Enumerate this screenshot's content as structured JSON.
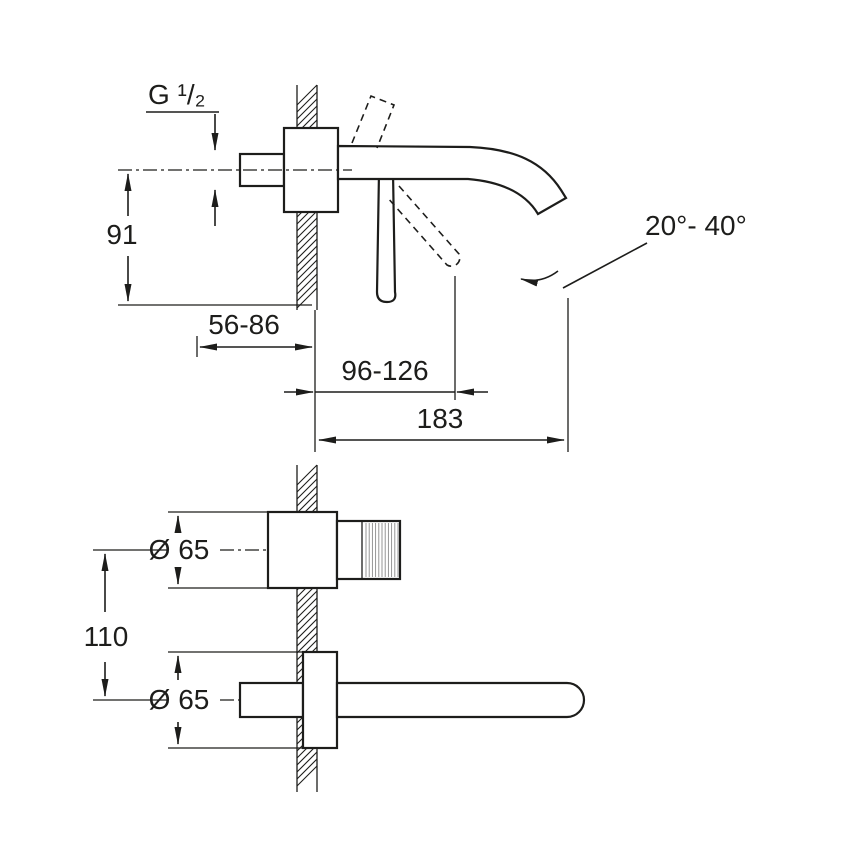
{
  "diagram": {
    "kind": "faucet-installation-dimension-drawing",
    "side_view": {
      "thread_size": "G ¹/₂",
      "height": "91",
      "depth_range": "56-86",
      "reach_range": "96-126",
      "spout_length": "183",
      "angle_range": "20°- 40°"
    },
    "front_view": {
      "top_diameter": "Ø 65",
      "spacing": "110",
      "bottom_diameter": "Ø 65"
    },
    "colors": {
      "line": "#1d1d1b",
      "background": "#ffffff"
    }
  }
}
